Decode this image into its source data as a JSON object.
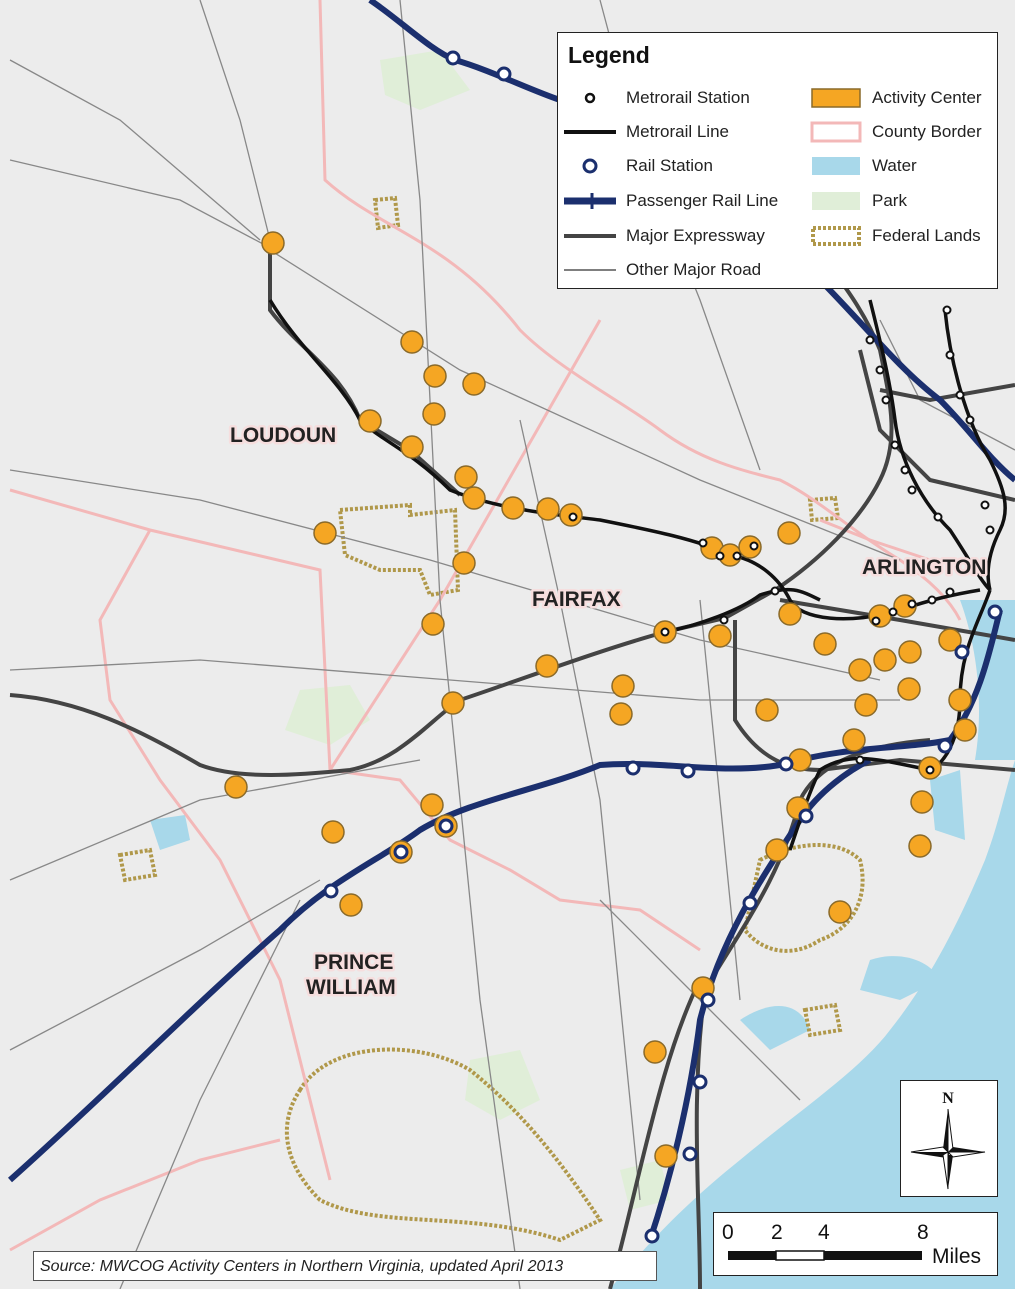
{
  "legend": {
    "title": "Legend",
    "items": [
      {
        "label": "Metrorail Station",
        "icon": "metrorail-station-icon"
      },
      {
        "label": "Metrorail Line",
        "icon": "metrorail-line-icon"
      },
      {
        "label": "Rail Station",
        "icon": "rail-station-icon"
      },
      {
        "label": "Passenger Rail Line",
        "icon": "passenger-rail-line-icon"
      },
      {
        "label": "Major Expressway",
        "icon": "major-expressway-icon"
      },
      {
        "label": "Other Major Road",
        "icon": "other-major-road-icon"
      },
      {
        "label": "Activity Center",
        "icon": "activity-center-icon"
      },
      {
        "label": "County Border",
        "icon": "county-border-icon"
      },
      {
        "label": "Water",
        "icon": "water-icon"
      },
      {
        "label": "Park",
        "icon": "park-icon"
      },
      {
        "label": "Federal Lands",
        "icon": "federal-lands-icon"
      }
    ]
  },
  "map": {
    "county_labels": {
      "loudoun": "LOUDOUN",
      "fairfax": "FAIRFAX",
      "arlington": "ARLINGTON",
      "prince_william_1": "PRINCE",
      "prince_william_2": "WILLIAM"
    }
  },
  "north_arrow": {
    "label": "N"
  },
  "scale": {
    "ticks": [
      "0",
      "2",
      "4",
      "8"
    ],
    "units": "Miles"
  },
  "source": "Source: MWCOG Activity Centers in Northern Virginia, updated April 2013",
  "colors": {
    "activity_center": "#f5a623",
    "activity_center_outline": "#8a6a2a",
    "county_border": "#f3b8b8",
    "water": "#a8d8ea",
    "park": "#e0eed8",
    "federal_lands": "#b0984a",
    "passenger_rail": "#1b2f6e",
    "metrorail": "#111111",
    "expressway": "#444444",
    "road": "#777777",
    "background": "#ececec"
  }
}
